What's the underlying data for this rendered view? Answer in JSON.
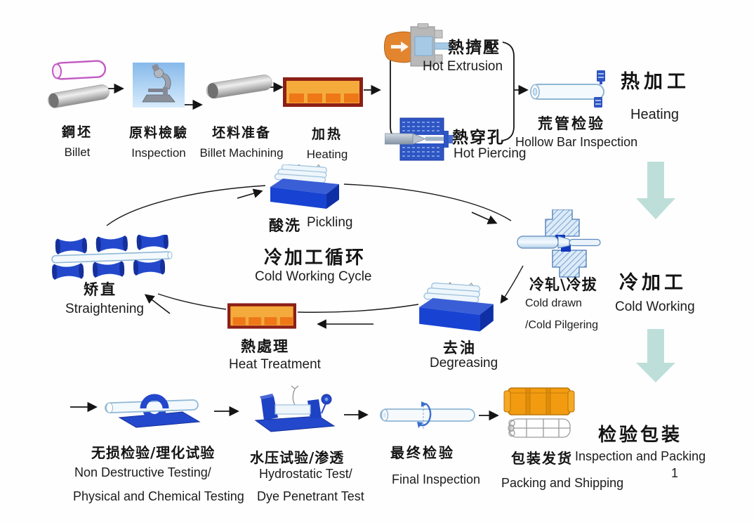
{
  "colors": {
    "diagram_blue": "#2348cc",
    "dark_blue": "#16309a",
    "light_blue_tube": "#8fb6d4",
    "furnace_fill": "#f4ab3c",
    "furnace_blocks": "#ee7718",
    "furnace_border": "#8c1f16",
    "teal_arrow": "#bedfd9",
    "billet_pink": "#c25ac2",
    "packing_orange": "#f39b10",
    "text": "#141414"
  },
  "top": {
    "billet": {
      "zh": "鋼坯",
      "en": "Billet"
    },
    "inspection": {
      "zh": "原料檢驗",
      "en": "Inspection"
    },
    "billet_machining": {
      "zh": "坯料准备",
      "en": "Billet Machining"
    },
    "heating": {
      "zh": "加热",
      "en": "Heating"
    },
    "hot_extrusion": {
      "zh": "熱擠壓",
      "en": "Hot Extrusion"
    },
    "hot_piercing": {
      "zh": "熱穿孔",
      "en": "Hot Piercing"
    },
    "hollow_bar_inspection": {
      "zh": "荒管检验",
      "en": "Hollow Bar Inspection"
    },
    "hot_working_section": {
      "zh": "热加工",
      "en": "Heating"
    }
  },
  "cycle": {
    "pickling": {
      "zh": "酸洗",
      "en": "Pickling"
    },
    "title": {
      "zh": "冷加工循环",
      "en": "Cold Working Cycle"
    },
    "cold_draw": {
      "zh": "冷轧\\冷拔",
      "en_line1": "Cold drawn",
      "en_line2": "/Cold Pilgering"
    },
    "cold_working_section": {
      "zh": "冷加工",
      "en": "Cold Working"
    },
    "degreasing": {
      "zh": "去油",
      "en": "Degreasing"
    },
    "heat_treatment": {
      "zh": "熱處理",
      "en": "Heat Treatment"
    },
    "straightening": {
      "zh": "矫直",
      "en": "Straightening"
    }
  },
  "bottom": {
    "ndt": {
      "zh": "无损检验/理化试验",
      "en_line1": "Non Destructive Testing/",
      "en_line2": "Physical and Chemical Testing"
    },
    "hydrostatic": {
      "zh": "水压试验/渗透",
      "en_line1": "Hydrostatic Test/",
      "en_line2": "Dye Penetrant Test"
    },
    "final_inspection": {
      "zh": "最终检验",
      "en": "Final Inspection"
    },
    "packing_shipping": {
      "zh": "包装发货",
      "en": "Packing and Shipping"
    },
    "inspection_packing_section": {
      "zh": "检验包装",
      "en": "Inspection and Packing"
    }
  },
  "page_number": "1"
}
